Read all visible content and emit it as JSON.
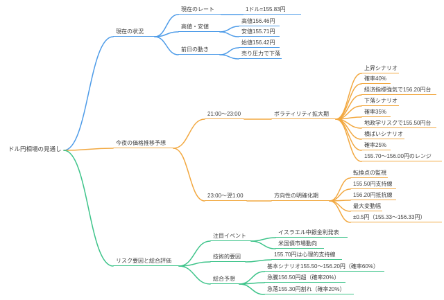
{
  "palette": {
    "branch_current": "#4d9be8",
    "branch_tonight": "#f2a840",
    "branch_risk": "#3cc389",
    "text": "#3d3d3d",
    "background": "#ffffff"
  },
  "mindmap": {
    "root": {
      "label": "ドル円相場の見通し"
    },
    "branches": [
      {
        "label": "現在の状況",
        "color": "#4d9be8",
        "children": [
          {
            "label": "現在のレート",
            "children": [
              {
                "label": "1ドル=155.83円"
              }
            ]
          },
          {
            "label": "高値・安値",
            "children": [
              {
                "label": "高値156.46円"
              },
              {
                "label": "安値155.71円"
              }
            ]
          },
          {
            "label": "前日の動き",
            "children": [
              {
                "label": "始値156.42円"
              },
              {
                "label": "売り圧力で下落"
              }
            ]
          }
        ]
      },
      {
        "label": "今夜の価格推移予想",
        "color": "#f2a840",
        "children": [
          {
            "label": "21:00〜23:00",
            "children": [
              {
                "label": "ボラティリティ拡大期",
                "children": [
                  {
                    "label": "上昇シナリオ"
                  },
                  {
                    "label": "確率40%"
                  },
                  {
                    "label": "経済指標強気で156.20円台"
                  },
                  {
                    "label": "下落シナリオ"
                  },
                  {
                    "label": "確率35%"
                  },
                  {
                    "label": "地政学リスクで155.50円台"
                  },
                  {
                    "label": "横ばいシナリオ"
                  },
                  {
                    "label": "確率25%"
                  },
                  {
                    "label": "155.70〜156.00円のレンジ"
                  }
                ]
              }
            ]
          },
          {
            "label": "23:00〜翌1:00",
            "children": [
              {
                "label": "方向性の明確化期",
                "children": [
                  {
                    "label": "転換点の監視"
                  },
                  {
                    "label": "155.50円支持線"
                  },
                  {
                    "label": "156.20円抵抗線"
                  },
                  {
                    "label": "最大変動幅"
                  },
                  {
                    "label": "±0.5円（155.33〜156.33円）"
                  }
                ]
              }
            ]
          }
        ]
      },
      {
        "label": "リスク要因と総合評価",
        "color": "#3cc389",
        "children": [
          {
            "label": "注目イベント",
            "children": [
              {
                "label": "イスラエル中銀金利発表"
              },
              {
                "label": "米国債市場動向"
              }
            ]
          },
          {
            "label": "技術的要因",
            "children": [
              {
                "label": "155.70円は心理的支持線"
              }
            ]
          },
          {
            "label": "総合予想",
            "children": [
              {
                "label": "基本シナリオ155.50〜156.20円（確率60%）"
              },
              {
                "label": "急騰156.50円超（確率20%）"
              },
              {
                "label": "急落155.30円割れ（確率20%）"
              }
            ]
          }
        ]
      }
    ]
  }
}
